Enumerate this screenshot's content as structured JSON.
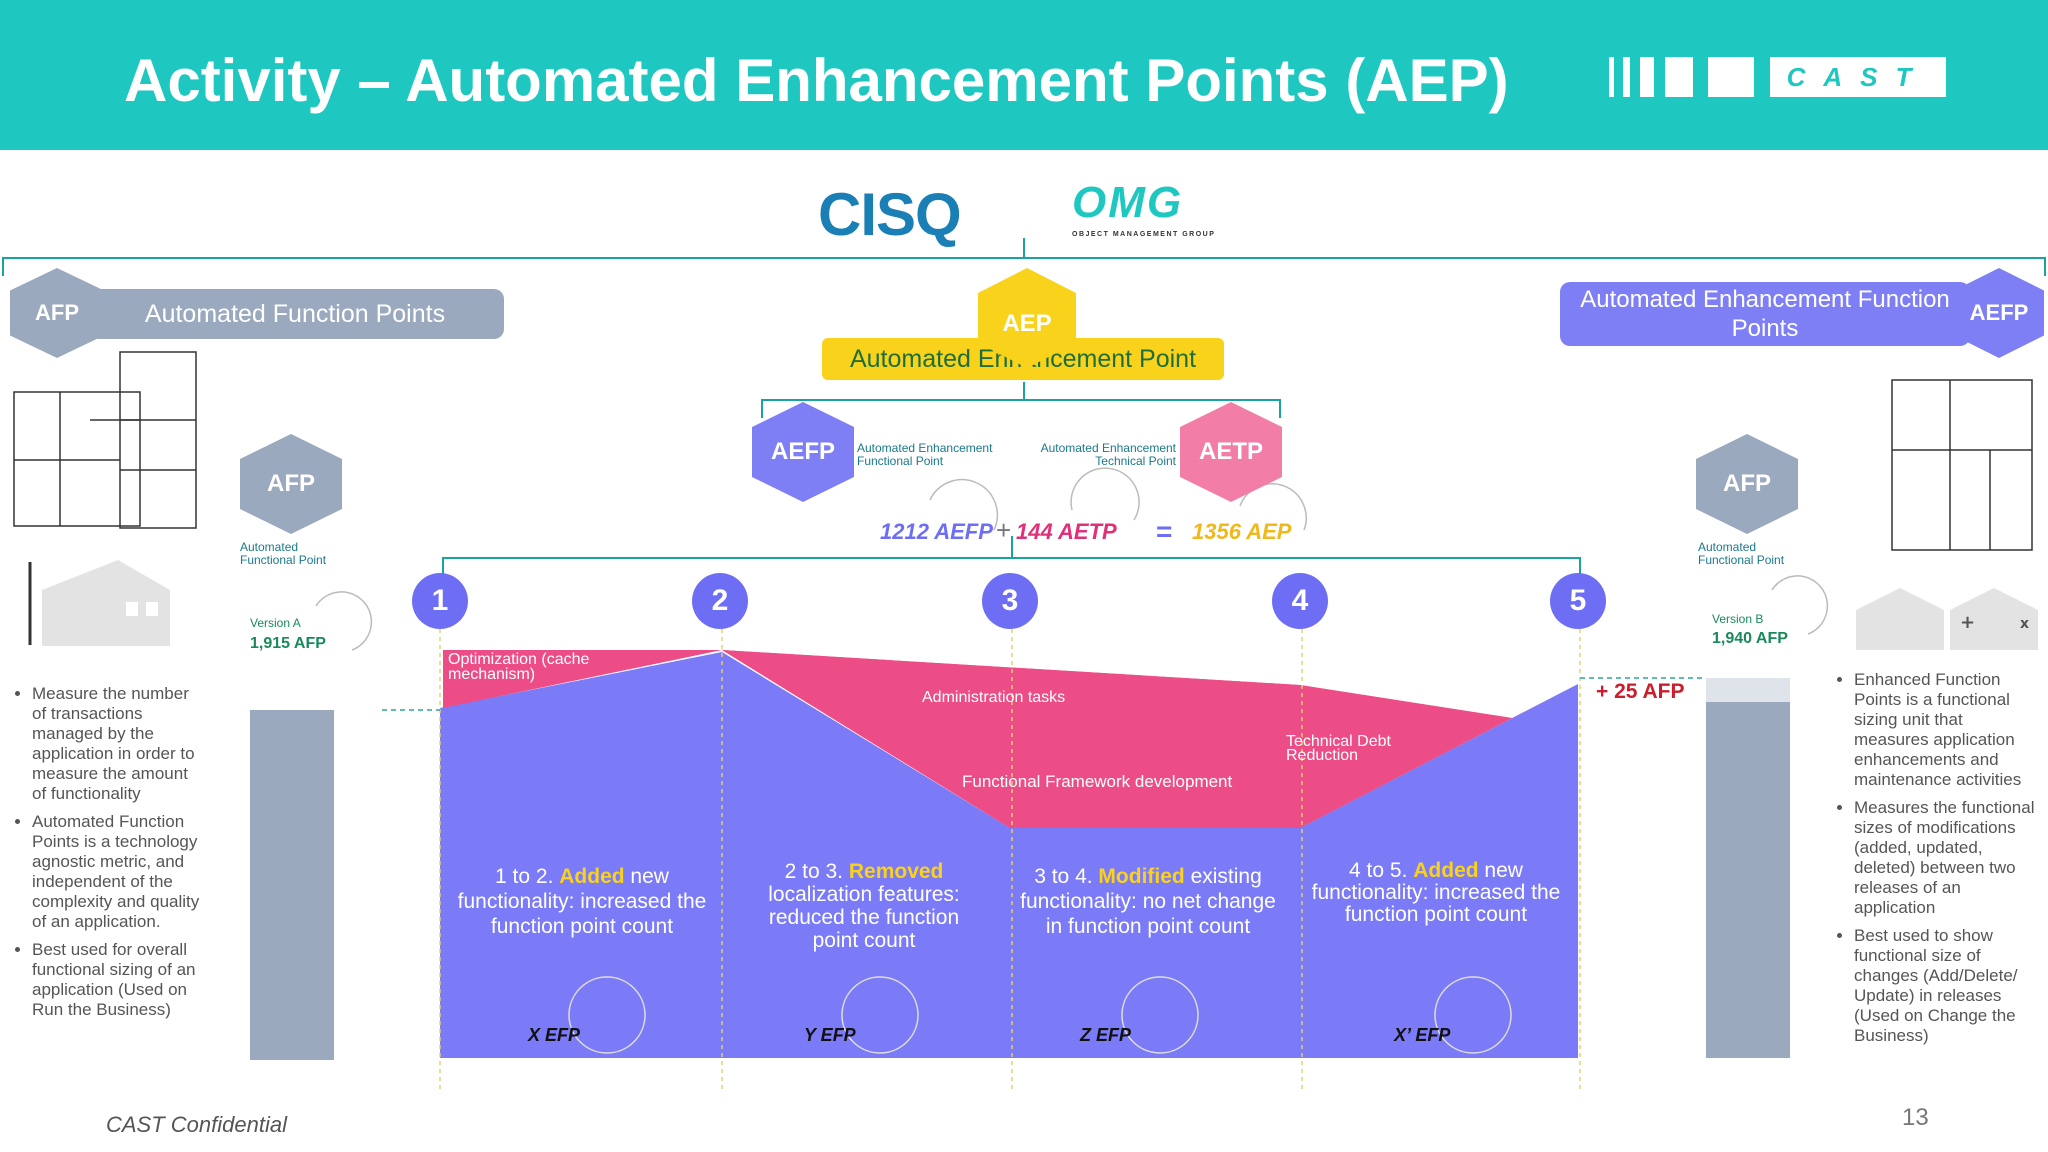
{
  "title": "Activity – Automated Enhancement Points (AEP)",
  "brand": {
    "cast": "CAST",
    "cisq": "CISQ",
    "omg": "OMG",
    "omg_sub": "OBJECT MANAGEMENT GROUP",
    "teal": "#1ec8c0"
  },
  "afp": {
    "badge": "AFP",
    "label": "Automated Function Points"
  },
  "aep": {
    "badge": "AEP",
    "label": "Automated Enhancement Point"
  },
  "aefp_top": {
    "badge": "AEFP",
    "label": "Automated Enhancement Function Points"
  },
  "aefp_mid": {
    "badge": "AEFP",
    "label": "Automated Enhancement Functional Point"
  },
  "aetp_mid": {
    "badge": "AETP",
    "label": "Automated Enhancement Technical Point"
  },
  "equation": {
    "aefp": "1212 AEFP",
    "plus": "+",
    "aetp": "144 AETP",
    "equals": "=",
    "aep": "1356 AEP"
  },
  "left_afp": {
    "badge": "AFP",
    "label": "Automated Functional Point",
    "version": "Version A",
    "value": "1,915 AFP"
  },
  "right_afp": {
    "badge": "AFP",
    "label": "Automated Functional Point",
    "version": "Version B",
    "value": "1,940 AFP"
  },
  "steps": [
    "1",
    "2",
    "3",
    "4",
    "5"
  ],
  "delta": "+ 25 AFP",
  "pink_labels": {
    "optimization": "Optimization (cache mechanism)",
    "admin": "Administration tasks",
    "framework": "Functional Framework development",
    "debt": "Technical Debt Reduction"
  },
  "segments": [
    {
      "lead": "1 to 2. ",
      "kw": "Added",
      "rest": " new functionality: increased the function point count",
      "efp": "X EFP"
    },
    {
      "lead": "2 to 3. ",
      "kw": "Removed",
      "rest": " localization features: reduced the function point count",
      "efp": "Y EFP"
    },
    {
      "lead": "3 to 4. ",
      "kw": "Modified",
      "rest": " existing functionality: no net change in function point count",
      "efp": "Z EFP"
    },
    {
      "lead": "4 to 5. ",
      "kw": "Added",
      "rest": " new functionality: increased the function point count",
      "efp": "X’ EFP"
    }
  ],
  "left_bullets": [
    "Measure the number of transactions managed by the application in order to measure the amount of functionality",
    "Automated Function Points is a technology agnostic metric, and independent of the complexity and quality of an application.",
    "Best used for overall functional sizing of an application (Used on Run the Business)"
  ],
  "right_bullets": [
    "Enhanced Function Points is a functional sizing unit that measures application enhancements and maintenance activities",
    "Measures the functional sizes of modifications (added, updated, deleted) between two releases of an application",
    "Best used to show functional size of changes (Add/Delete/ Update) in releases (Used on Change the Business)"
  ],
  "footer": {
    "confidential": "CAST Confidential",
    "page": "13"
  }
}
